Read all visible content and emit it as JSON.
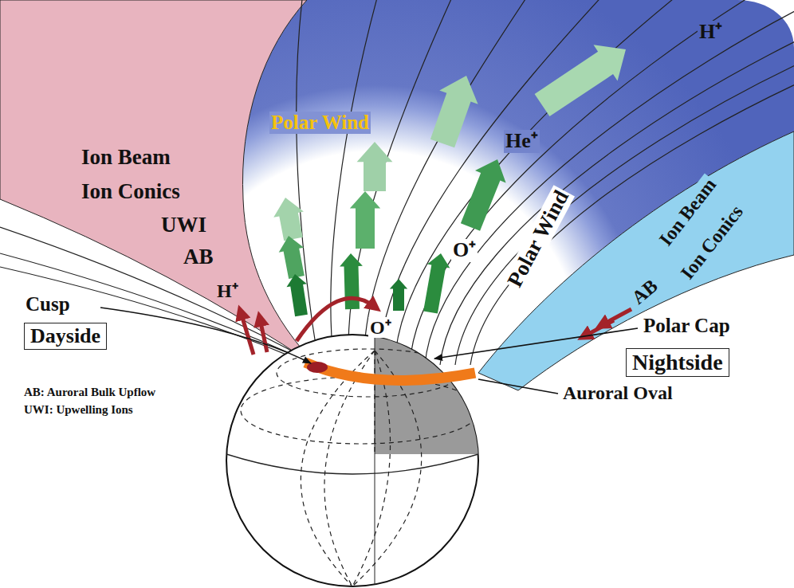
{
  "diagram": {
    "nodes": [
      {
        "text": [
          "Dayside"
        ]
      },
      {
        "text": [
          "Nightside"
        ]
      }
    ],
    "labels": [
      "Ion Beam",
      "Ion Conics",
      "UWI",
      "AB",
      "H⁺",
      "Polar Wind",
      "H⁺",
      "He⁺",
      "O⁺",
      "Polar Wind",
      "Ion Beam",
      "Ion Conics",
      "AB",
      "Cusp",
      "O⁺",
      "Polar Cap",
      "Auroral Oval",
      "AB: Auroral Bulk Upflow",
      "UWI: Upwelling Ions"
    ]
  }
}
